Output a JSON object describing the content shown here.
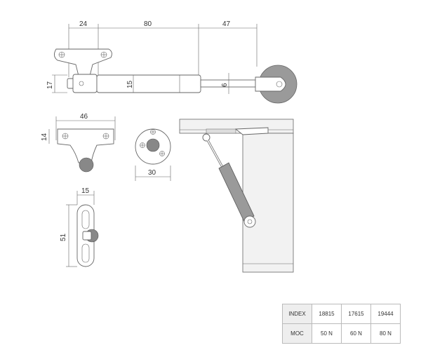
{
  "dimensions": {
    "top_a": "24",
    "top_b": "80",
    "top_c": "47",
    "left_height": "17",
    "body_dia": "15",
    "rod_dia": "6",
    "plate_width": "46",
    "plate_height": "14",
    "disc_width": "30",
    "slot_width": "15",
    "slot_height": "51"
  },
  "spec_table": {
    "row1": {
      "header": "INDEX",
      "values": [
        "18815",
        "17615",
        "19444"
      ]
    },
    "row2": {
      "header": "MOC",
      "values": [
        "50 N",
        "60 N",
        "80 N"
      ]
    }
  },
  "colors": {
    "line": "#555555",
    "knob": "#888888",
    "panel_fill": "#f2f2f2"
  }
}
